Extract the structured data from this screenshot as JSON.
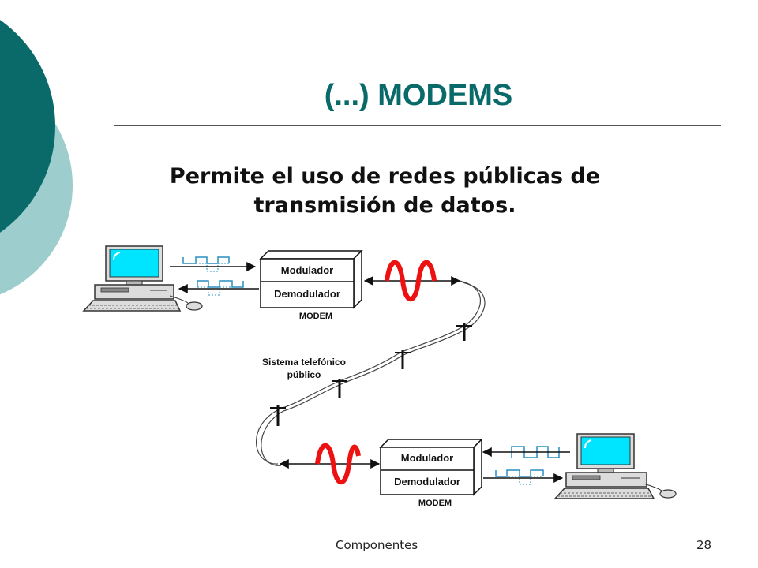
{
  "slide": {
    "title": "(...) MODEMS",
    "subtitle_line1": "Permite el uso de redes públicas de",
    "subtitle_line2": "transmisión de datos.",
    "footer_text": "Componentes",
    "page_number": "28"
  },
  "diagram": {
    "modem_top": {
      "modulator": "Modulador",
      "demodulator": "Demodulador",
      "caption": "MODEM"
    },
    "modem_bottom": {
      "modulator": "Modulador",
      "demodulator": "Demodulador",
      "caption": "MODEM"
    },
    "network_label_line1": "Sistema telefónico",
    "network_label_line2": "público"
  },
  "colors": {
    "accent_dark": "#0a6a6a",
    "accent_light": "#9dcdcd",
    "screen": "#00e5ff",
    "wave": "#ee1111",
    "digital_signal": "#7ac6e6"
  }
}
